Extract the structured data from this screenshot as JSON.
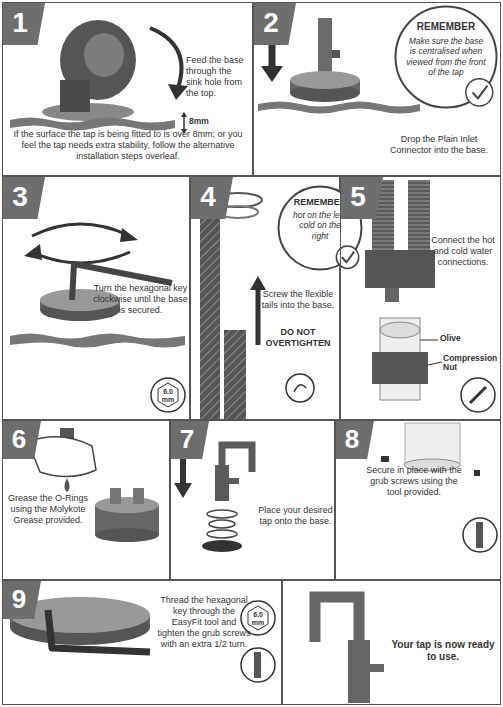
{
  "diagram": {
    "nodes": [
      {
        "text": [
          "Feed the base through the sink hole from the top.",
          "If the surface the tap is being fitted to is over 8mm; or you feel the tap needs extra stability, follow the alternative installation steps overleaf."
        ]
      },
      {
        "text": [
          "1"
        ],
        "in": 0
      },
      {
        "text": [
          "Drop the Plain Inlet Connector into the base."
        ]
      },
      {
        "text": [
          "2"
        ],
        "in": 2
      },
      {
        "text": [
          "REMEMBER",
          "Make sure the base is centralised when viewed from the front of the tap"
        ],
        "in": 2
      },
      {
        "text": [
          "Turn the hexagonal key clockwise until the base is secured."
        ]
      },
      {
        "text": [
          "3"
        ],
        "in": 5
      },
      {
        "text": [
          "Screw the flexible tails into the base.",
          "DO NOT OVERTIGHTEN"
        ]
      },
      {
        "text": [
          "4"
        ],
        "in": 7
      },
      {
        "text": [
          "REMEMBER",
          "hot on the left, cold on the right"
        ],
        "in": 7
      },
      {
        "text": [
          "Connect the hot and cold water connections."
        ]
      },
      {
        "text": [
          "5"
        ],
        "in": 10
      },
      {
        "text": [
          "Grease the O-Rings using the Molykote Grease provided."
        ]
      },
      {
        "text": [
          "6"
        ],
        "in": 12
      },
      {
        "text": [
          "Place your desired tap onto the base."
        ]
      },
      {
        "text": [
          "7"
        ],
        "in": 14
      },
      {
        "text": [
          "Secure in place with the grub screws using the tool provided."
        ]
      },
      {
        "text": [
          "8"
        ],
        "in": 16
      },
      {
        "text": [
          "Thread the hexagonal key through the EasyFit tool and tighten the grub screws with an extra 1/2 turn."
        ]
      },
      {
        "text": [
          "9"
        ],
        "in": 18
      },
      {
        "text": [
          "Your tap is now ready to use."
        ]
      }
    ],
    "labels": [
      "8mm",
      "6.0 mm",
      "Olive",
      "Compression Nut",
      "6.0 mm"
    ]
  }
}
